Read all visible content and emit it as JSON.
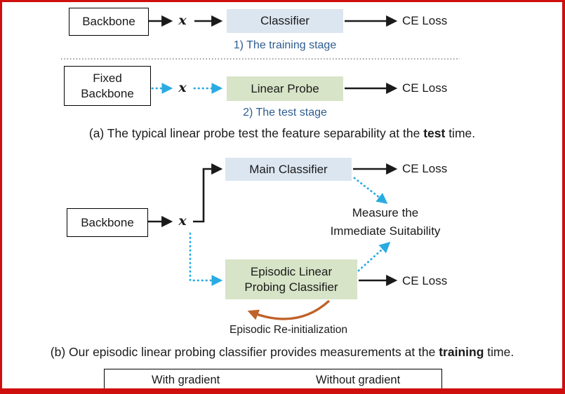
{
  "colors": {
    "frame_border": "#cf0e0e",
    "classifier_box_fill": "#dce6f1",
    "probe_box_fill": "#d7e4c7",
    "stage_text": "#2e5c8f",
    "dotted_arrow": "#29abe2",
    "solid_arrow": "#1a1a1a",
    "reinit_arrow": "#c0622a"
  },
  "panel_a": {
    "row_training": {
      "backbone_label": "Backbone",
      "feature_label": "x",
      "classifier_label": "Classifier",
      "loss_label": "CE Loss",
      "stage_label": "1) The training stage"
    },
    "row_test": {
      "backbone_line1": "Fixed",
      "backbone_line2": "Backbone",
      "feature_label": "x",
      "classifier_label": "Linear Probe",
      "loss_label": "CE Loss",
      "stage_label": "2) The test stage"
    },
    "caption": {
      "pre": "(a) The typical linear probe test the feature separability at the ",
      "bold": "test",
      "post": " time."
    }
  },
  "panel_b": {
    "backbone_label": "Backbone",
    "feature_label": "x",
    "main_classifier_label": "Main Classifier",
    "main_loss_label": "CE Loss",
    "elp_line1": "Episodic Linear",
    "elp_line2": "Probing Classifier",
    "elp_loss_label": "CE Loss",
    "measure_line1": "Measure the",
    "measure_line2": "Immediate Suitability",
    "reinit_label": "Episodic Re-initialization",
    "caption": {
      "pre": "(b) Our episodic linear probing classifier provides measurements at the ",
      "bold": "training",
      "post": " time."
    }
  },
  "legend": {
    "with_gradient": "With gradient",
    "without_gradient": "Without gradient"
  }
}
